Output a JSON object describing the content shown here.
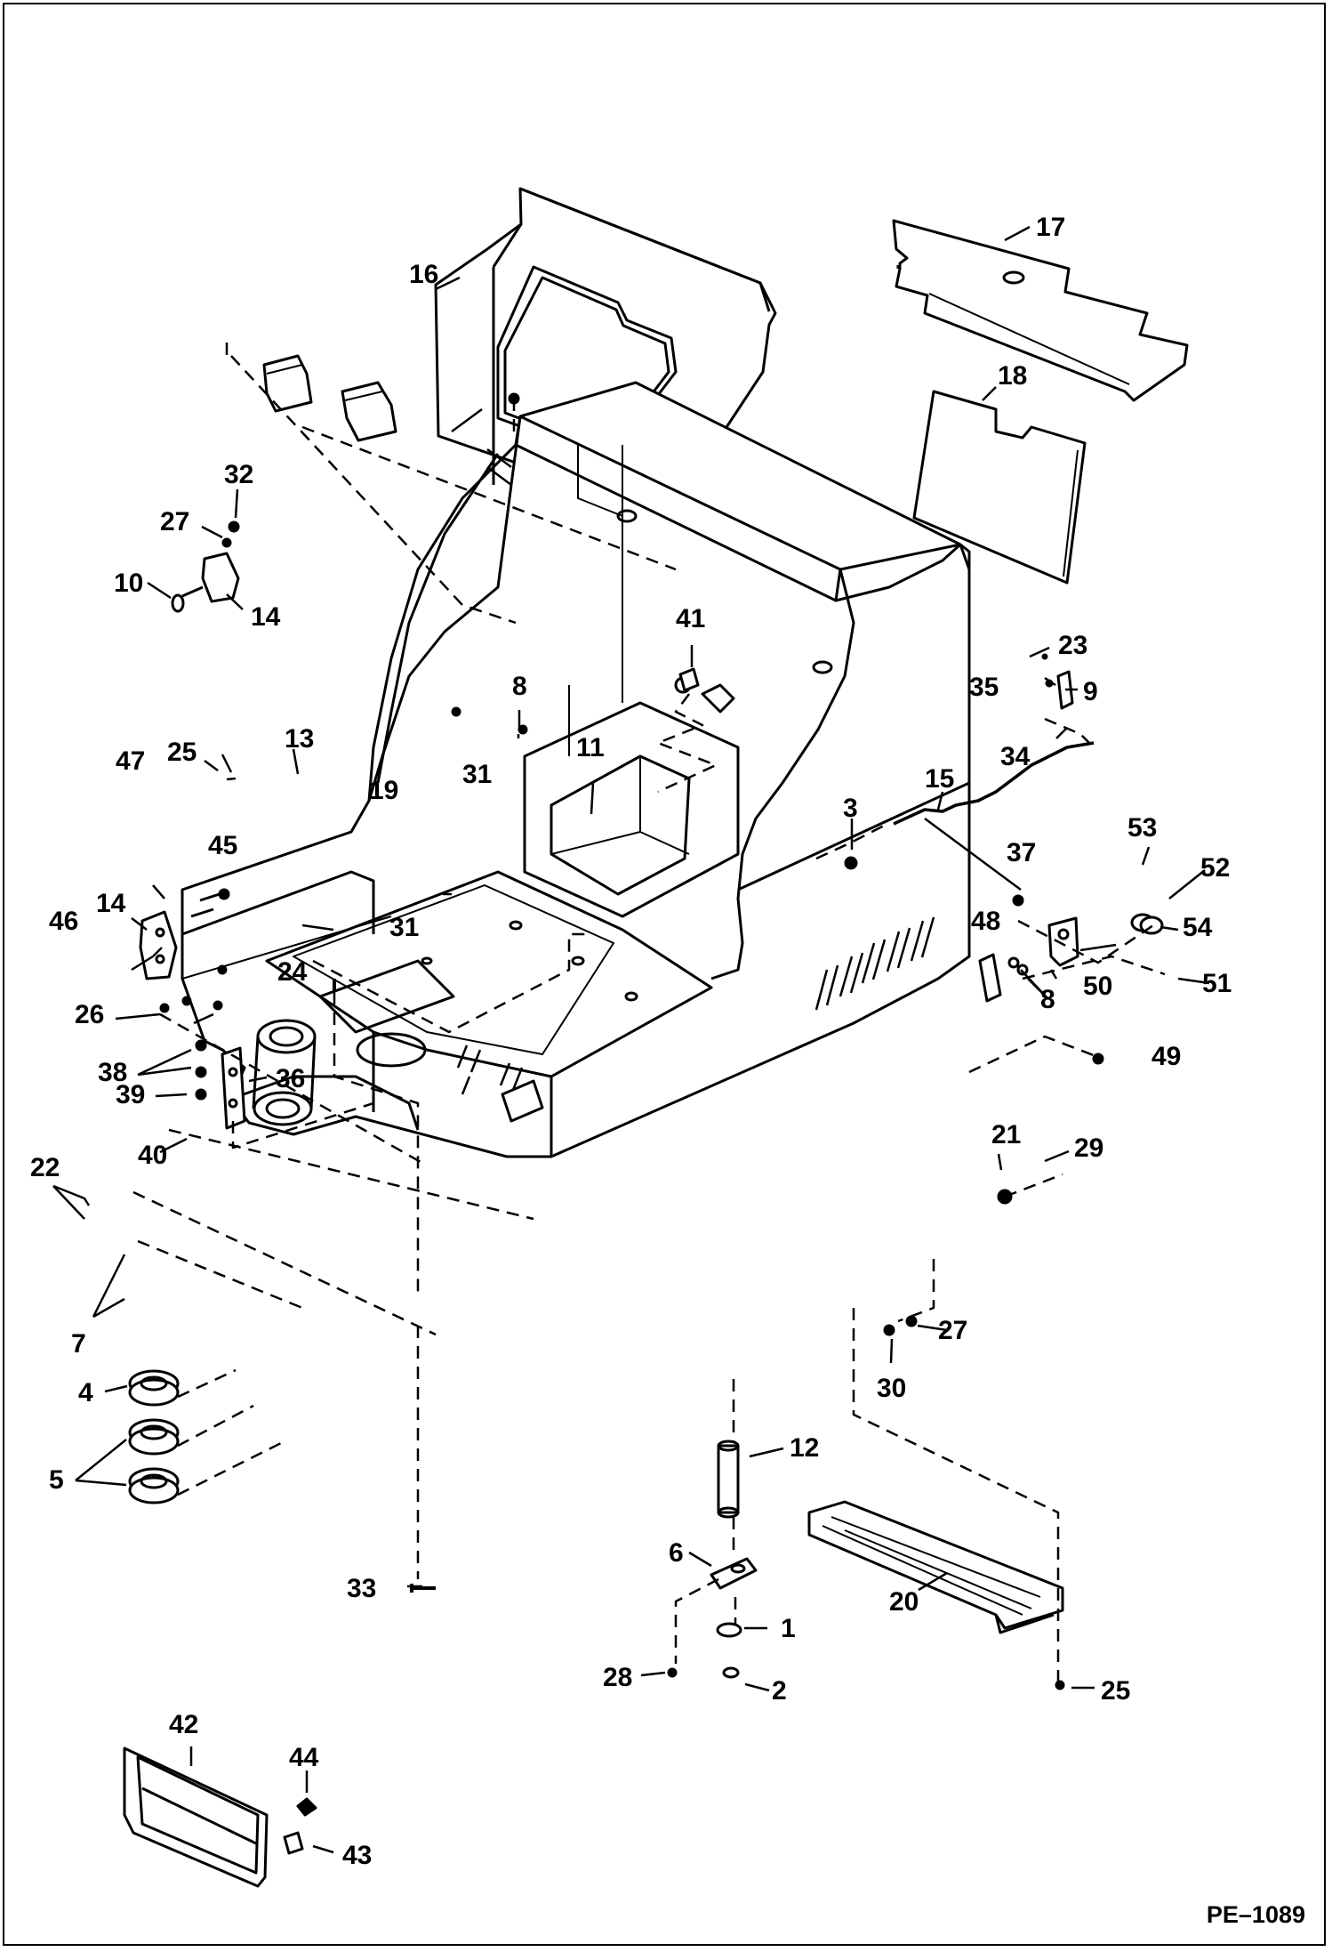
{
  "figure": {
    "reference": "PE–1089",
    "colors": {
      "line": "#000000",
      "background": "#ffffff"
    },
    "callouts": [
      "1",
      "2",
      "3",
      "4",
      "5",
      "6",
      "7",
      "8",
      "9",
      "10",
      "11",
      "12",
      "13",
      "14",
      "15",
      "16",
      "17",
      "18",
      "19",
      "20",
      "21",
      "22",
      "23",
      "24",
      "25",
      "26",
      "27",
      "28",
      "29",
      "30",
      "31",
      "32",
      "33",
      "34",
      "35",
      "36",
      "37",
      "38",
      "39",
      "40",
      "41",
      "42",
      "43",
      "44",
      "45",
      "46",
      "47",
      "48",
      "49",
      "50",
      "51",
      "52",
      "53",
      "54"
    ]
  }
}
